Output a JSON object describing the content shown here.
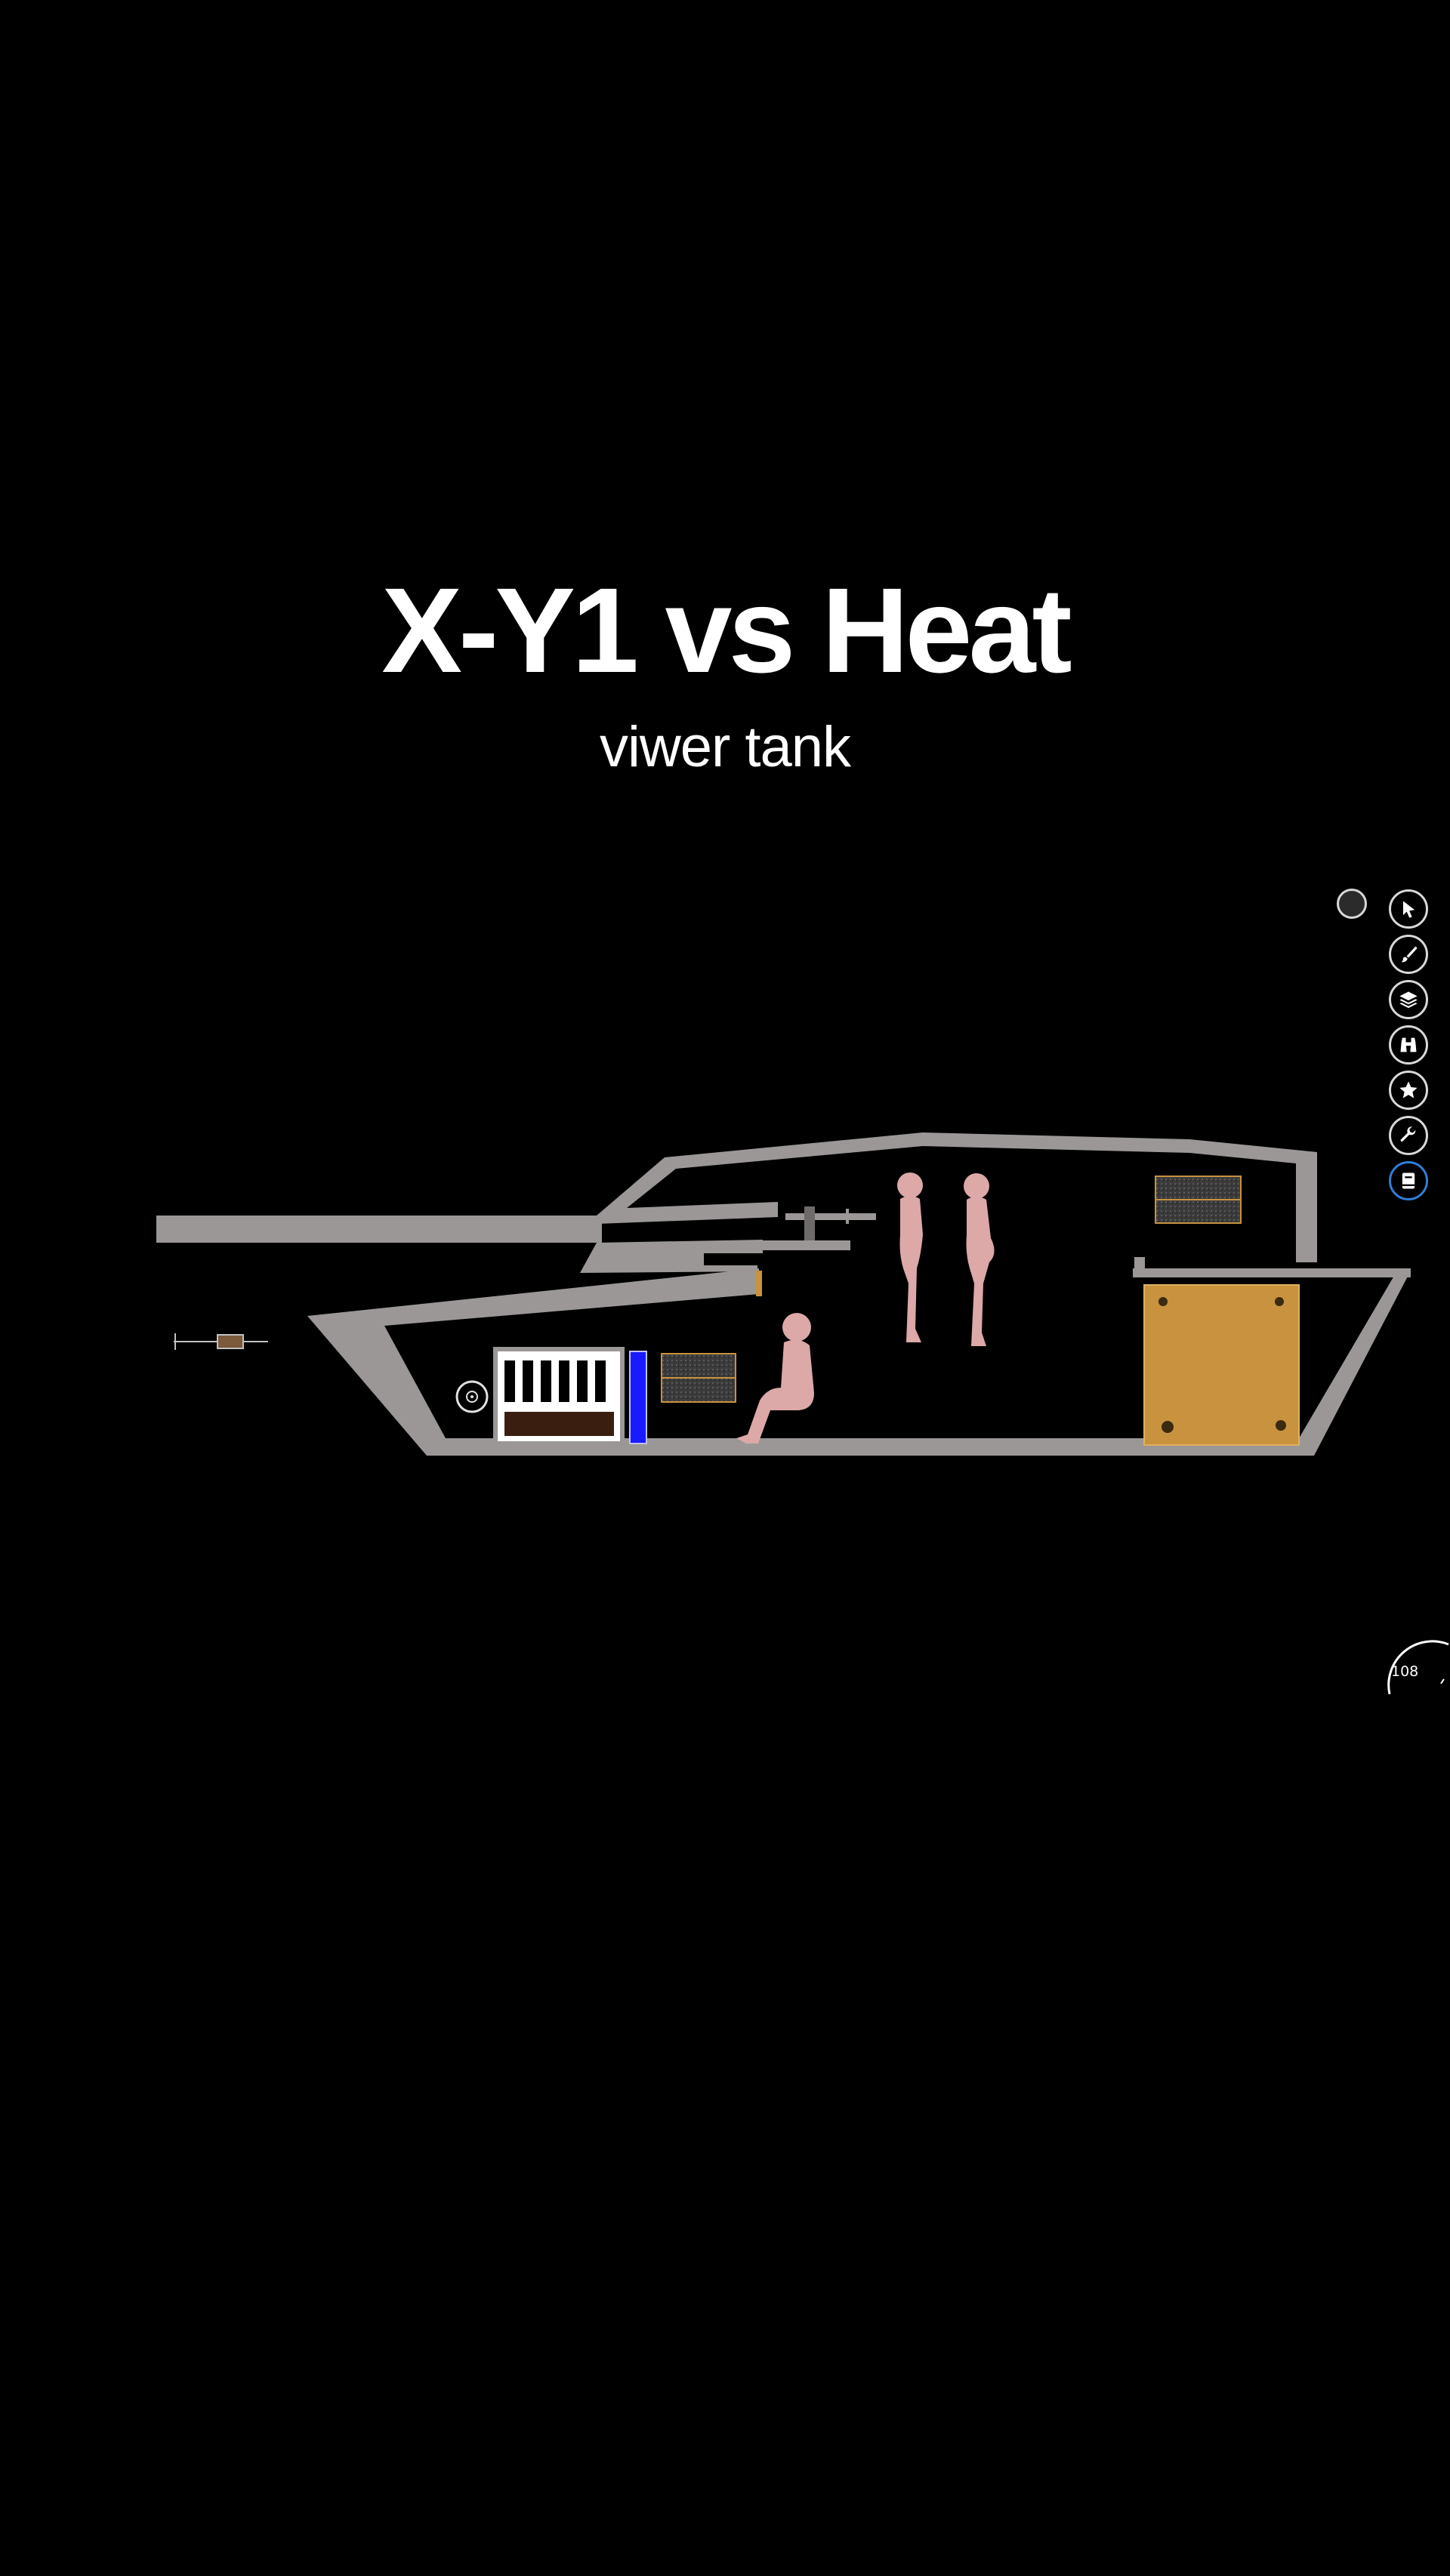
{
  "header": {
    "title": "X-Y1 vs Heat",
    "subtitle": "viwer tank"
  },
  "toolbar": {
    "buttons": [
      {
        "icon": "cursor-icon",
        "active": false
      },
      {
        "icon": "brush-icon",
        "active": false
      },
      {
        "icon": "layers-icon",
        "active": false
      },
      {
        "icon": "binoculars-icon",
        "active": false
      },
      {
        "icon": "star-icon",
        "active": false
      },
      {
        "icon": "wrench-icon",
        "active": false
      },
      {
        "icon": "book-icon",
        "active": true
      }
    ],
    "accent_color": "#2f7fd8"
  },
  "gauge": {
    "value": "108"
  },
  "scene": {
    "hull_color": "#9b9797",
    "crew_color": "#dca8a8",
    "crate_color": "#c8923f",
    "blue_panel_color": "#1a1aff"
  }
}
